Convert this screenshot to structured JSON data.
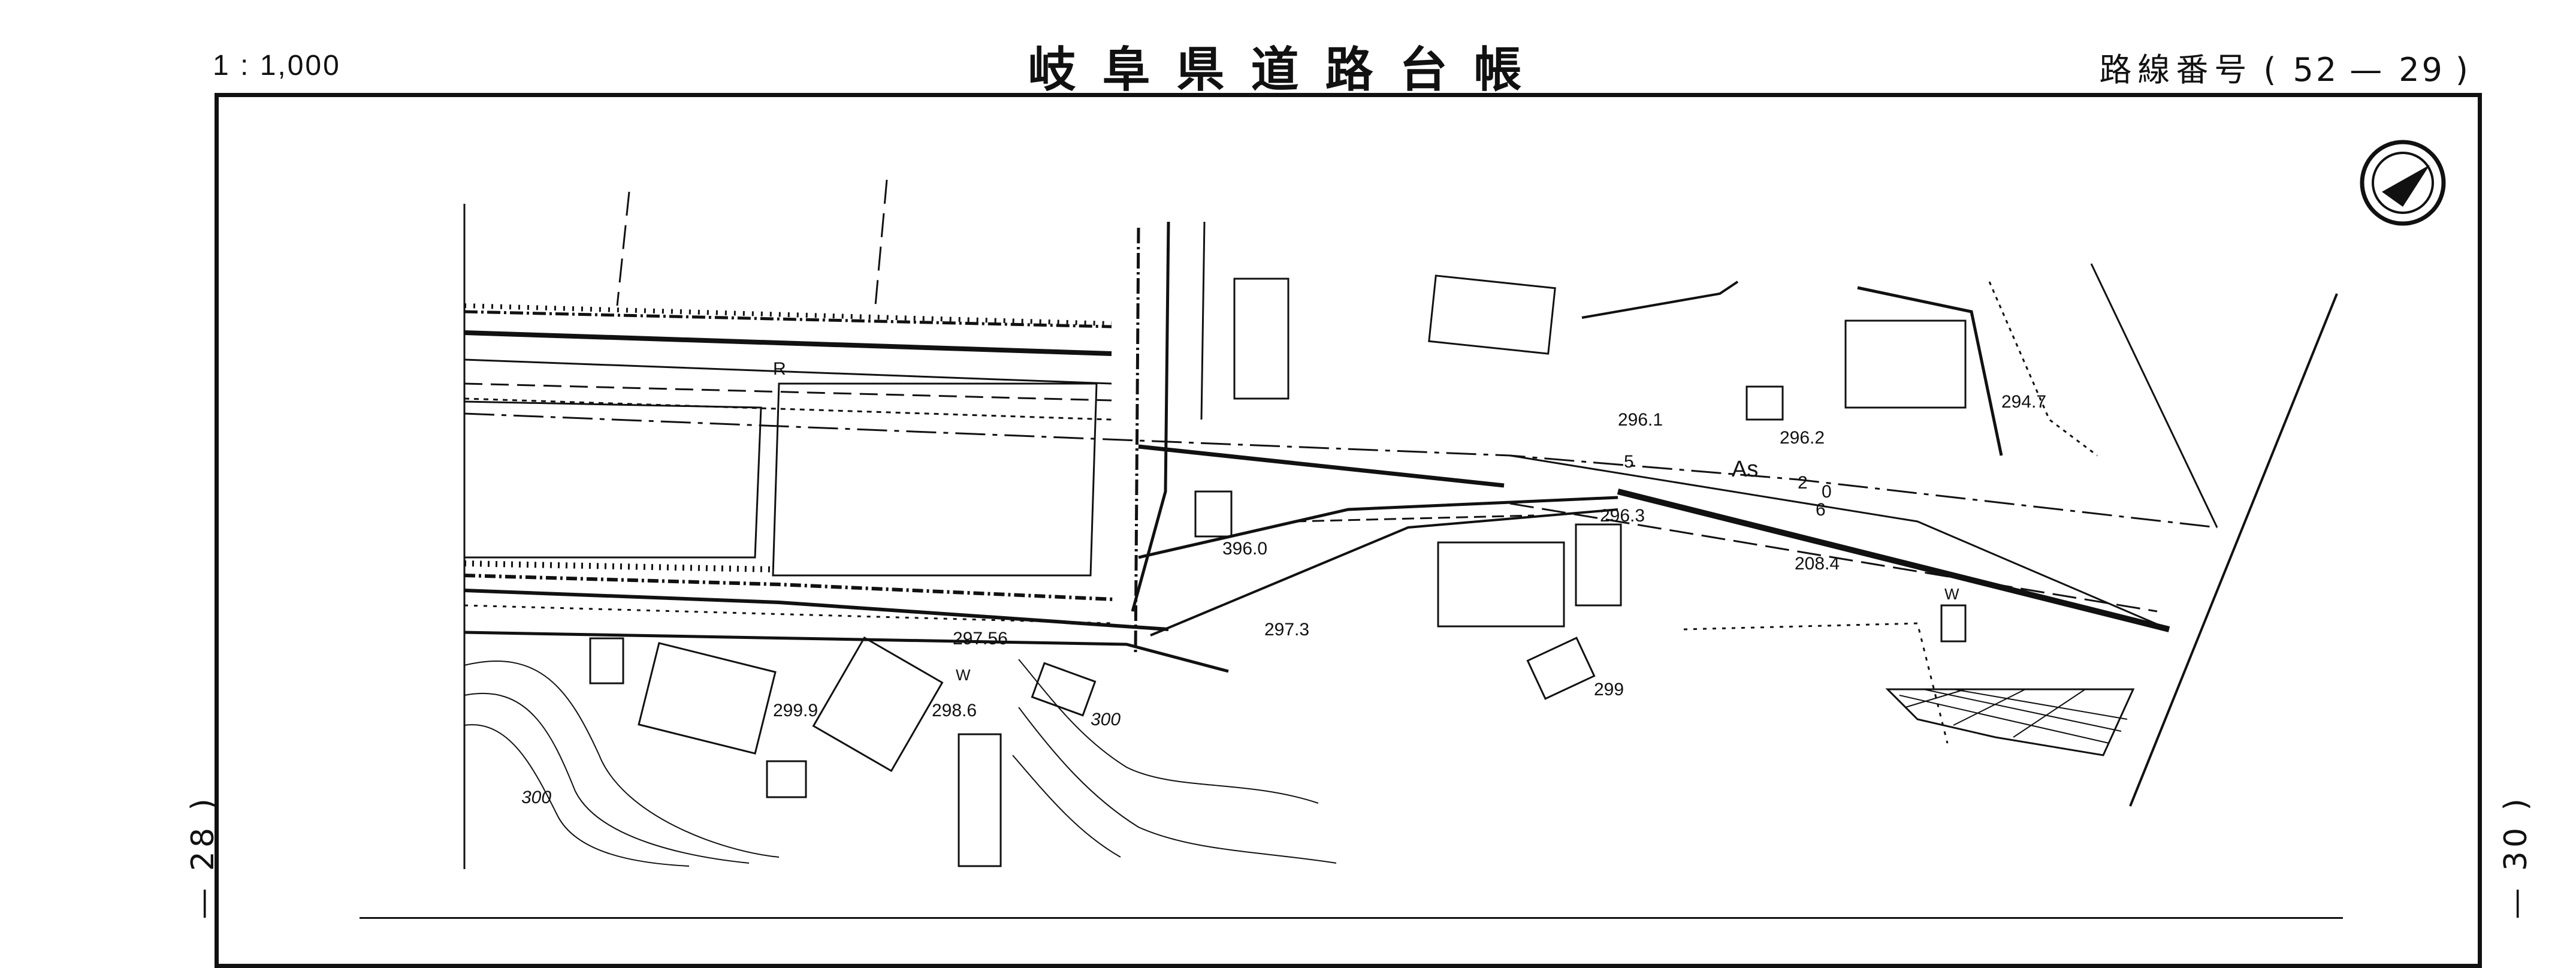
{
  "header": {
    "scale": "1 : 1,000",
    "title": "岐阜県道路台帳",
    "route_label": "路線番号",
    "route_open": "(",
    "route_number": "52",
    "route_dash": "—",
    "route_sub": "29",
    "route_close": ")"
  },
  "pages": {
    "left": "— 28 )",
    "right": "— 30 )"
  },
  "map": {
    "road_labels": {
      "r_marker": "R",
      "asphalt": "As"
    },
    "elevations": {
      "e1": "296.1",
      "e2": "296.2",
      "e3": "294.7",
      "e4": "296.3",
      "e5": "396.0",
      "e6": "208.4",
      "e7": "297.3",
      "e8": "297.56",
      "e9": "299.9",
      "e10": "298.6",
      "e11": "299"
    },
    "contours": {
      "c1": "300",
      "c2": "300"
    },
    "markers": {
      "w1": "W",
      "w2": "W",
      "km": "5",
      "d1": "2",
      "d2": "0",
      "d3": "6"
    },
    "compass_icon": "north-arrow-icon",
    "colors": {
      "ink": "#111111",
      "paper": "#ffffff"
    }
  }
}
